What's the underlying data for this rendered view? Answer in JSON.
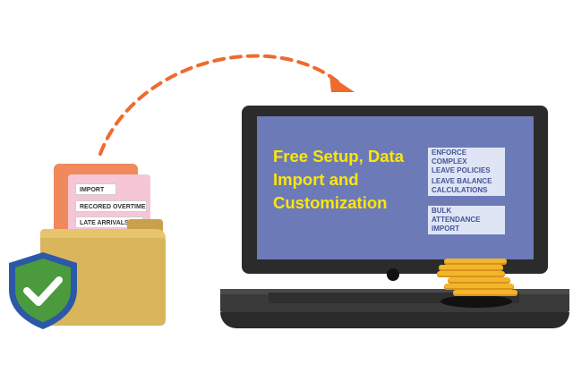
{
  "documents": {
    "items": [
      {
        "label": "IMPORT"
      },
      {
        "label": "RECORED OVERTIME"
      },
      {
        "label": "LATE ARRIVALS"
      }
    ]
  },
  "screen": {
    "title_lines": [
      "Free Setup, Data",
      "Import and",
      "Customization"
    ],
    "features": [
      {
        "line1": "ENFORCE COMPLEX",
        "line2": "LEAVE POLICIES"
      },
      {
        "line1": "LEAVE BALANCE",
        "line2": "CALCULATIONS"
      },
      {
        "line1": "BULK ATTENDANCE",
        "line2": "IMPORT"
      }
    ]
  },
  "colors": {
    "screen": "#6c7bb8",
    "title": "#ffe600",
    "arrow": "#ef6a2e",
    "shield": "#4b9a3e",
    "shield_border": "#2c58a8",
    "folder": "#d9b55b",
    "coins": "#f3b52a"
  },
  "icons": [
    "dashed-arrow-icon",
    "shield-check-icon",
    "folder-icon",
    "coin-stack-icon",
    "laptop-icon"
  ]
}
